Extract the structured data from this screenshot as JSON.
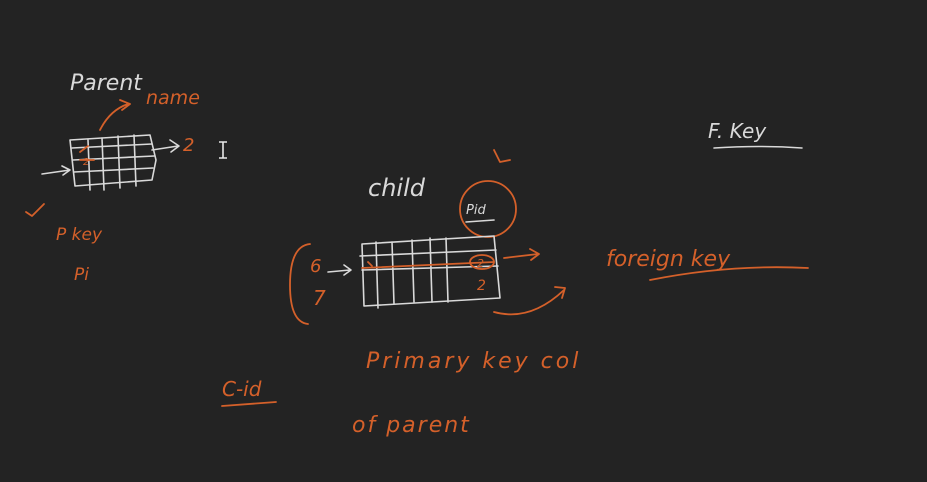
{
  "labels": {
    "parent_title": "Parent",
    "name_label": "name",
    "two_label": "2",
    "pkey_label": "P key",
    "pi_label": "Pi",
    "child_title": "child",
    "pid_label": "Pid",
    "six_label": "6",
    "seven_label": "7",
    "cell_two_circled": "2",
    "cell_two": "2",
    "foreign_key_label": "foreign key",
    "fkey_label": "F. Key",
    "primary_key_label": "Primary key col",
    "of_parent_label": "of parent",
    "cid_label": "C-id"
  },
  "colors": {
    "background": "#232323",
    "chalk": "#d9d9d9",
    "ink": "#d4602a"
  },
  "cursor": "text-cursor-icon"
}
